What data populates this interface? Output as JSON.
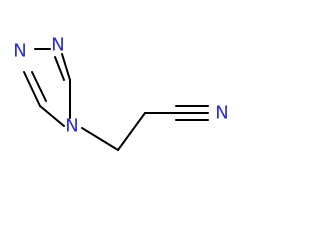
{
  "colors": {
    "bond": "#000000",
    "nitrogen": "#2a2ad9",
    "background": "#ffffff"
  },
  "atoms": [
    {
      "id": "n1",
      "label": "N",
      "element": "nitrogen"
    },
    {
      "id": "n2",
      "label": "N",
      "element": "nitrogen"
    },
    {
      "id": "n4",
      "label": "N",
      "element": "nitrogen"
    },
    {
      "id": "n_nitrile",
      "label": "N",
      "element": "nitrogen"
    }
  ]
}
